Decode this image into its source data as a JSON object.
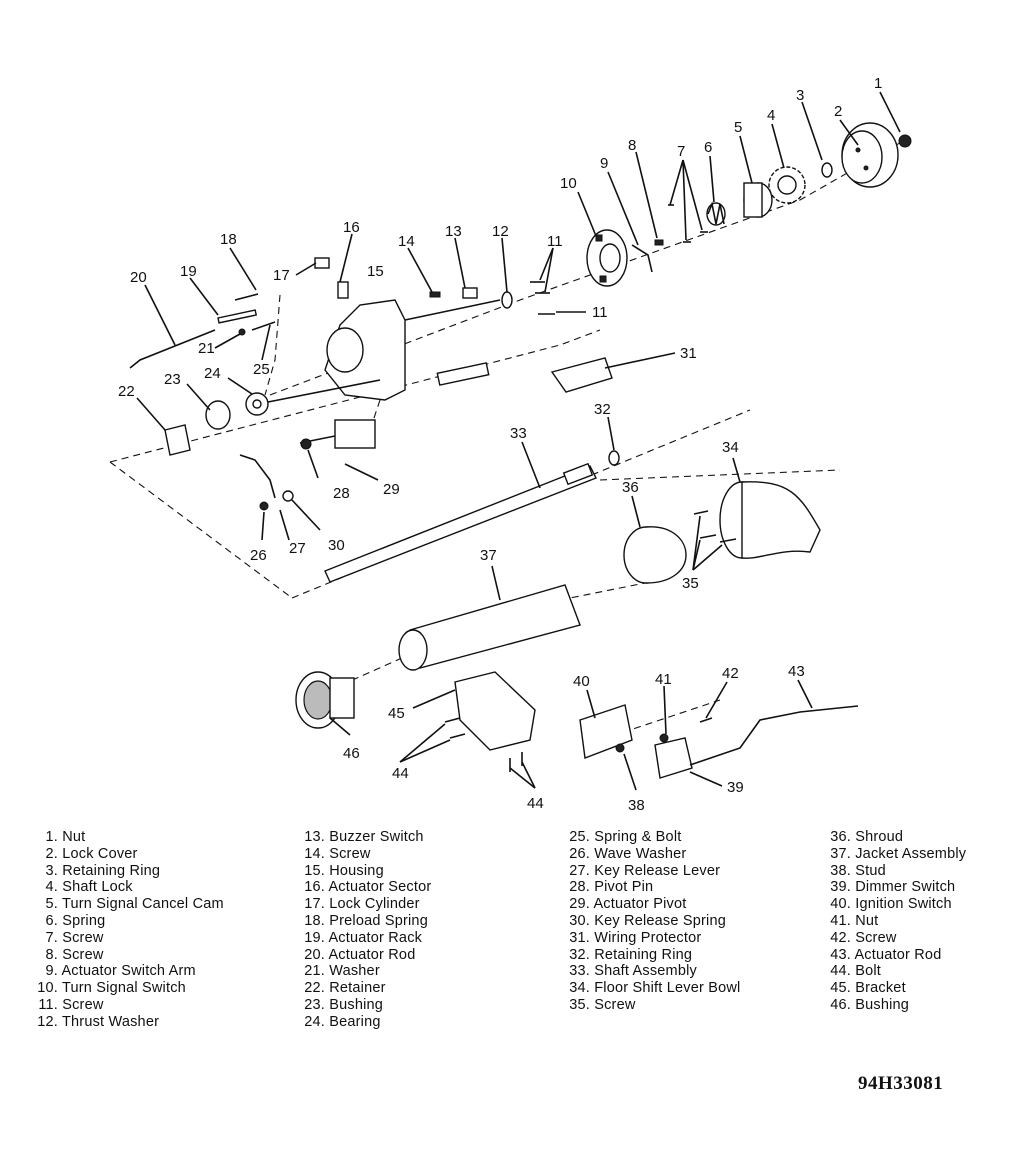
{
  "figure": {
    "id": "94H33081",
    "callouts": [
      "1",
      "2",
      "3",
      "4",
      "5",
      "6",
      "7",
      "8",
      "9",
      "10",
      "11",
      "11",
      "12",
      "13",
      "14",
      "15",
      "16",
      "17",
      "18",
      "19",
      "20",
      "21",
      "22",
      "23",
      "24",
      "25",
      "26",
      "27",
      "28",
      "29",
      "30",
      "31",
      "32",
      "33",
      "34",
      "35",
      "36",
      "37",
      "38",
      "39",
      "40",
      "41",
      "42",
      "43",
      "44",
      "44",
      "45",
      "46"
    ]
  },
  "legend": {
    "col1": [
      {
        "n": "1.",
        "t": "Nut"
      },
      {
        "n": "2.",
        "t": "Lock Cover"
      },
      {
        "n": "3.",
        "t": "Retaining Ring"
      },
      {
        "n": "4.",
        "t": "Shaft Lock"
      },
      {
        "n": "5.",
        "t": "Turn Signal Cancel Cam"
      },
      {
        "n": "6.",
        "t": "Spring"
      },
      {
        "n": "7.",
        "t": "Screw"
      },
      {
        "n": "8.",
        "t": "Screw"
      },
      {
        "n": "9.",
        "t": "Actuator Switch Arm"
      },
      {
        "n": "10.",
        "t": "Turn Signal Switch"
      },
      {
        "n": "11.",
        "t": "Screw"
      },
      {
        "n": "12.",
        "t": "Thrust Washer"
      }
    ],
    "col2": [
      {
        "n": "13.",
        "t": "Buzzer Switch"
      },
      {
        "n": "14.",
        "t": "Screw"
      },
      {
        "n": "15.",
        "t": "Housing"
      },
      {
        "n": "16.",
        "t": "Actuator Sector"
      },
      {
        "n": "17.",
        "t": "Lock Cylinder"
      },
      {
        "n": "18.",
        "t": "Preload Spring"
      },
      {
        "n": "19.",
        "t": "Actuator Rack"
      },
      {
        "n": "20.",
        "t": "Actuator Rod"
      },
      {
        "n": "21.",
        "t": "Washer"
      },
      {
        "n": "22.",
        "t": "Retainer"
      },
      {
        "n": "23.",
        "t": "Bushing"
      },
      {
        "n": "24.",
        "t": "Bearing"
      }
    ],
    "col3": [
      {
        "n": "25.",
        "t": "Spring & Bolt"
      },
      {
        "n": "26.",
        "t": "Wave Washer"
      },
      {
        "n": "27.",
        "t": "Key Release Lever"
      },
      {
        "n": "28.",
        "t": "Pivot Pin"
      },
      {
        "n": "29.",
        "t": "Actuator Pivot"
      },
      {
        "n": "30.",
        "t": "Key Release Spring"
      },
      {
        "n": "31.",
        "t": "Wiring Protector"
      },
      {
        "n": "32.",
        "t": "Retaining Ring"
      },
      {
        "n": "33.",
        "t": "Shaft Assembly"
      },
      {
        "n": "34.",
        "t": "Floor Shift Lever Bowl"
      },
      {
        "n": "35.",
        "t": "Screw"
      }
    ],
    "col4": [
      {
        "n": "36.",
        "t": "Shroud"
      },
      {
        "n": "37.",
        "t": "Jacket Assembly"
      },
      {
        "n": "38.",
        "t": "Stud"
      },
      {
        "n": "39.",
        "t": "Dimmer Switch"
      },
      {
        "n": "40.",
        "t": "Ignition Switch"
      },
      {
        "n": "41.",
        "t": "Nut"
      },
      {
        "n": "42.",
        "t": "Screw"
      },
      {
        "n": "43.",
        "t": "Actuator Rod"
      },
      {
        "n": "44.",
        "t": "Bolt"
      },
      {
        "n": "45.",
        "t": "Bracket"
      },
      {
        "n": "46.",
        "t": "Bushing"
      }
    ]
  }
}
